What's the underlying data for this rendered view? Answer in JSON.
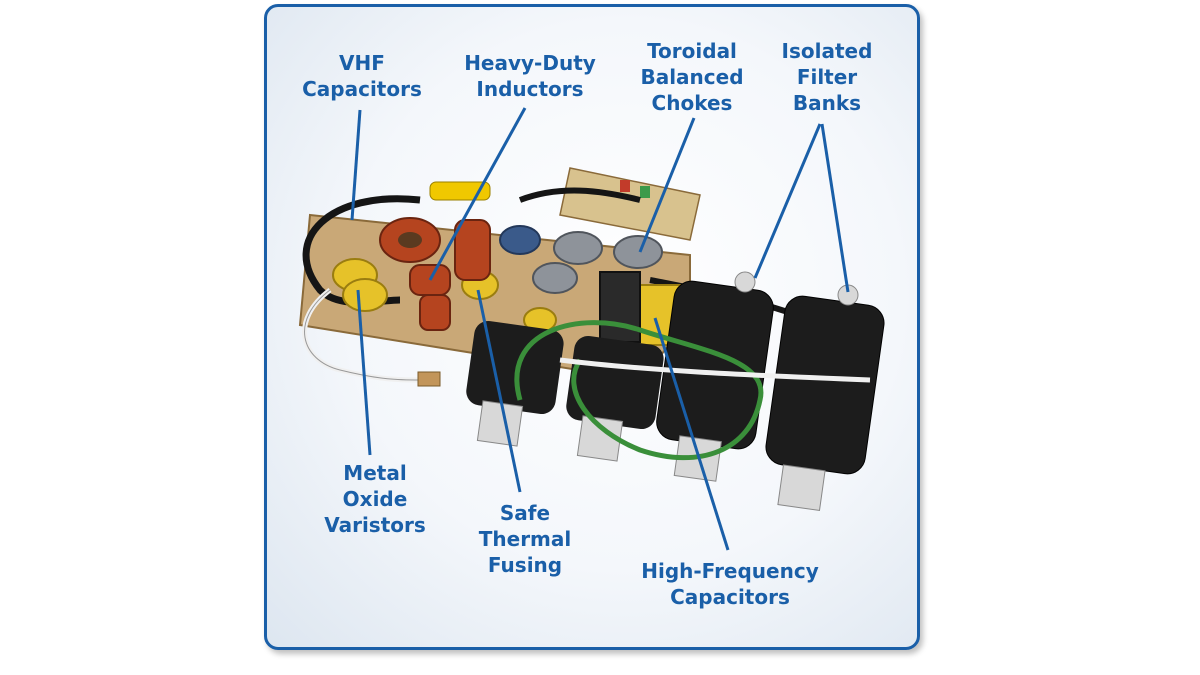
{
  "labels": {
    "vhf_capacitors": "VHF\nCapacitors",
    "heavy_duty_inductors": "Heavy-Duty\nInductors",
    "toroidal_balanced_chokes": "Toroidal\nBalanced\nChokes",
    "isolated_filter_banks": "Isolated\nFilter\nBanks",
    "metal_oxide_varistors": "Metal\nOxide\nVaristors",
    "safe_thermal_fusing": "Safe\nThermal\nFusing",
    "high_frequency_capacitors": "High-Frequency\nCapacitors"
  },
  "colors": {
    "label_blue": "#1a5fa8",
    "frame_border": "#1a5fa8",
    "board": "#c9a877",
    "outlet": "#1c1c1c",
    "copper_coil": "#b5441f",
    "yellow_component": "#e6c229",
    "green_wire": "#3a8f3a"
  }
}
